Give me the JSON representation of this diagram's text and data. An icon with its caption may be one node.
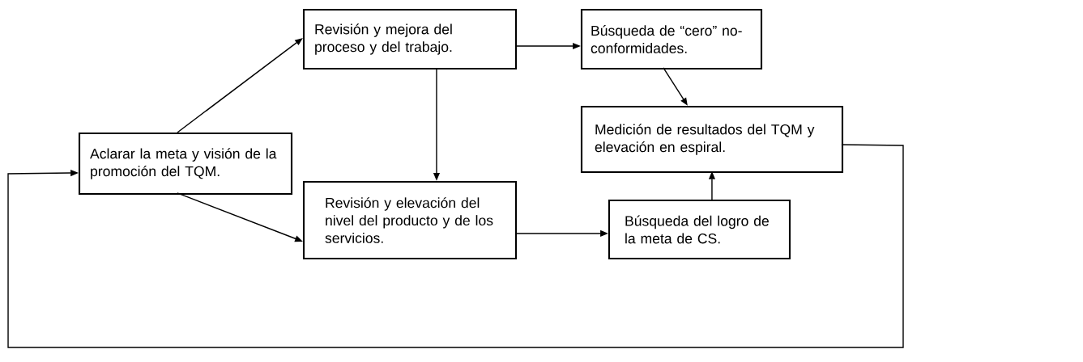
{
  "diagram": {
    "nodes": [
      {
        "text": [
          "Aclarar la meta y visión de la promoción del TQM."
        ]
      },
      {
        "text": [
          "Revisión y mejora del proceso y del trabajo."
        ]
      },
      {
        "text": [
          "Revisión y elevación del nivel del producto y de los servicios."
        ]
      },
      {
        "text": [
          "Búsqueda de “cero” no-conformidades."
        ]
      },
      {
        "text": [
          "Medición de resultados del TQM y elevación en espiral."
        ]
      },
      {
        "text": [
          "Búsqueda del logro de la meta de CS."
        ]
      }
    ],
    "edges": [
      {
        "from": 0,
        "to": 1,
        "arrow": "to"
      },
      {
        "from": 0,
        "to": 2,
        "arrow": "to"
      },
      {
        "from": 1,
        "to": 2,
        "arrow": "to"
      },
      {
        "from": 1,
        "to": 3,
        "arrow": "to"
      },
      {
        "from": 3,
        "to": 4,
        "arrow": "to"
      },
      {
        "from": 2,
        "to": 5,
        "arrow": "to"
      },
      {
        "from": 5,
        "to": 4,
        "arrow": "to"
      },
      {
        "from": 4,
        "to": 0,
        "arrow": "to"
      }
    ]
  }
}
